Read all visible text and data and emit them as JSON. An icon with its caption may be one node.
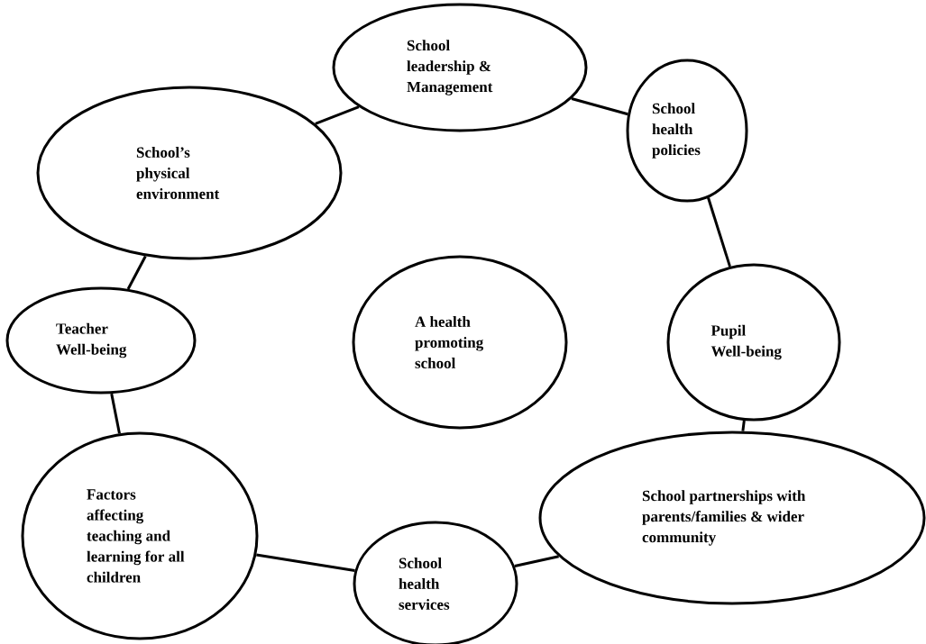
{
  "diagram": {
    "nodes": [
      {
        "text": [
          "School leadership & Management"
        ]
      },
      {
        "text": [
          "School health policies"
        ]
      },
      {
        "text": [
          "School’s physical environment"
        ]
      },
      {
        "text": [
          "Teacher Well-being"
        ]
      },
      {
        "text": [
          "A health promoting school"
        ]
      },
      {
        "text": [
          "Pupil Well-being"
        ]
      },
      {
        "text": [
          "School partnerships with parents/families & wider community"
        ]
      },
      {
        "text": [
          "Factors affecting teaching and learning for all children"
        ]
      },
      {
        "text": [
          "School health services"
        ]
      }
    ],
    "edges": [
      {
        "from": 2,
        "to": 0,
        "arrow": "none"
      },
      {
        "from": 0,
        "to": 1,
        "arrow": "none"
      },
      {
        "from": 1,
        "to": 5,
        "arrow": "none"
      },
      {
        "from": 5,
        "to": 6,
        "arrow": "none"
      },
      {
        "from": 6,
        "to": 8,
        "arrow": "none"
      },
      {
        "from": 8,
        "to": 7,
        "arrow": "none"
      },
      {
        "from": 7,
        "to": 3,
        "arrow": "none"
      },
      {
        "from": 3,
        "to": 2,
        "arrow": "none"
      }
    ]
  }
}
